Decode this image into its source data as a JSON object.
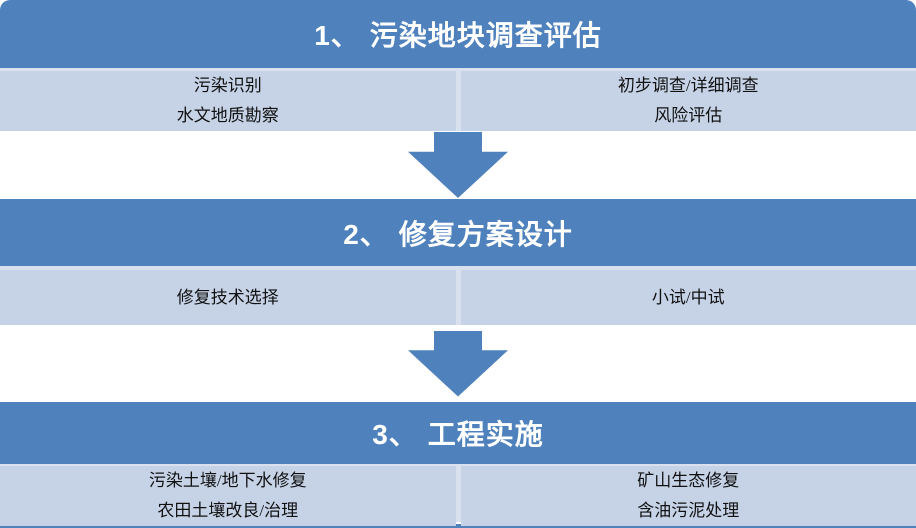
{
  "diagram": {
    "title_semantic": "soil-remediation-process-flow",
    "stages": [
      {
        "number": "1、",
        "title": "污染地块调查评估",
        "left_items": [
          "污染识别",
          "水文地质勘察"
        ],
        "right_items": [
          "初步调查/详细调查",
          "风险评估"
        ]
      },
      {
        "number": "2、",
        "title": "修复方案设计",
        "left_items": [
          "修复技术选择"
        ],
        "right_items": [
          "小试/中试"
        ]
      },
      {
        "number": "3、",
        "title": "工程实施",
        "left_items": [
          "污染土壤/地下水修复",
          "农田土壤改良/治理"
        ],
        "right_items": [
          "矿山生态修复",
          "含油污泥处理"
        ]
      }
    ],
    "colors": {
      "header_blue": "#4F81BC",
      "row_light_blue": "#C6D3E7",
      "divider_light": "#D9E0EE",
      "arrow_blue": "#4F81BC",
      "header_text": "#FFFFFF",
      "body_text": "#111111"
    }
  }
}
